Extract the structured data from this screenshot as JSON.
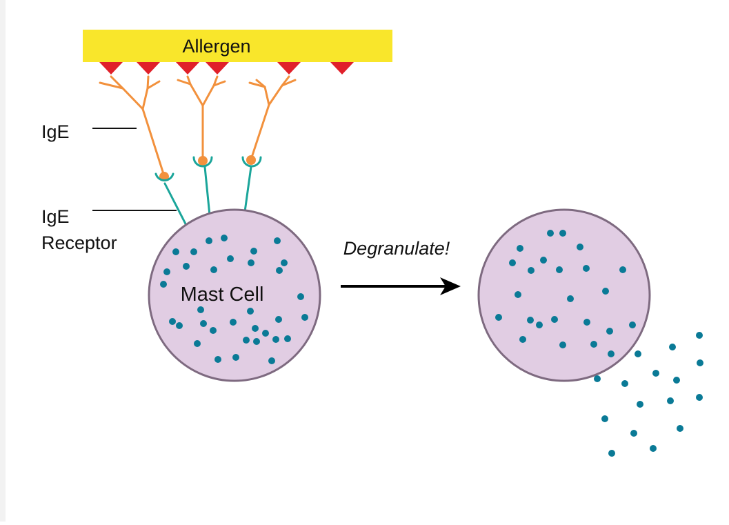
{
  "allergen": {
    "label": "Allergen"
  },
  "labels": {
    "ige": "IgE",
    "receptor_line1": "IgE",
    "receptor_line2": "Receptor",
    "mast_cell": "Mast Cell",
    "action": "Degranulate!"
  },
  "colors": {
    "allergen_bar": "#f9e62b",
    "epitope": "#e0202a",
    "antibody": "#f2913d",
    "receptor": "#1aa59a",
    "cell_fill": "#e1cde3",
    "cell_stroke": "#7e6a80",
    "granule": "#0a7a96",
    "arrow": "#000000"
  }
}
